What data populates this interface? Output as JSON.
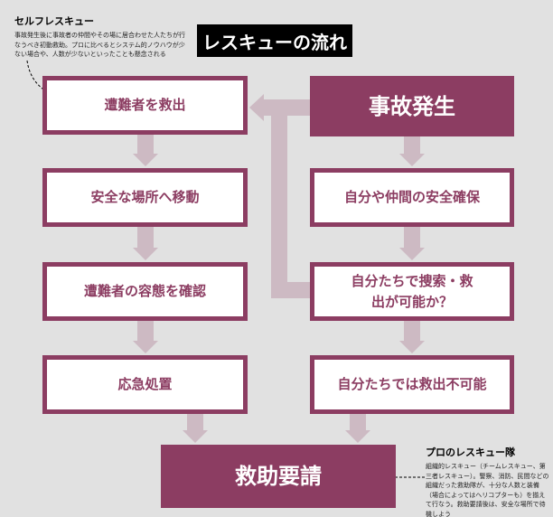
{
  "title": "レスキューの流れ",
  "self_rescue": {
    "heading": "セルフレスキュー",
    "text": "事故発生後に事故者の仲間やその場に居合わせた人たちが行なうべき初動救助。プロに比べるとシステム的ノウハウが少ない場合や、人数が少ないといったことも懸念される"
  },
  "pro_rescue": {
    "heading": "プロのレスキュー隊",
    "text": "組織的レスキュー（チームレスキュー、第三者レスキュー）。警察、消防、民間などの組織だった救助隊が、十分な人数と装備（場合によってはヘリコプターも）を揃えて行なう。救助要請後は、安全な場所で待機しよう"
  },
  "left_steps": [
    "遭難者を救出",
    "安全な場所へ移動",
    "遭難者の容態を確認",
    "応急処置"
  ],
  "right_steps": [
    "事故発生",
    "自分や仲間の安全確保",
    "自分たちで捜索・救出が可能か？",
    "自分たちでは救出不可能"
  ],
  "final_step": "救助要請",
  "colors": {
    "accent": "#8c3d62",
    "arrow": "#cdbac3",
    "background": "#e1e1e1"
  }
}
